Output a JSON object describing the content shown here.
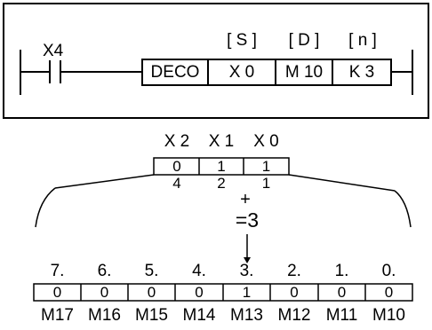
{
  "ladder": {
    "contact": "X4",
    "instruction": "DECO",
    "operand_labels": [
      "[ S ]",
      "[ D ]",
      "[ n ]"
    ],
    "operands": [
      "X 0",
      "M 10",
      "K 3"
    ]
  },
  "source": {
    "inputs": [
      "X 2",
      "X 1",
      "X 0"
    ],
    "bits": [
      "0",
      "1",
      "1"
    ],
    "weights": [
      "4",
      "2",
      "1"
    ],
    "plus": "+",
    "sum": "=3"
  },
  "destination": {
    "positions": [
      "7.",
      "6.",
      "5.",
      "4.",
      "3.",
      "2.",
      "1.",
      "0."
    ],
    "bits": [
      "0",
      "0",
      "0",
      "0",
      "1",
      "0",
      "0",
      "0"
    ],
    "devices": [
      "M17",
      "M16",
      "M15",
      "M14",
      "M13",
      "M12",
      "M11",
      "M10"
    ]
  }
}
